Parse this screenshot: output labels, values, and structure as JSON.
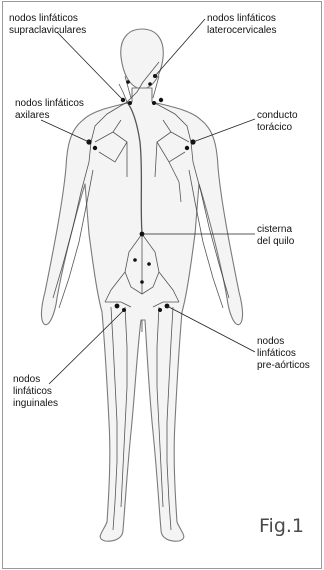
{
  "labels": {
    "supraclaviculares": "nodos linfáticos\nsupraclaviculares",
    "laterocervicales": "nodos linfáticos\nlaterocervicales",
    "axilares": "nodos linfáticos\naxilares",
    "conducto": "conducto\ntorácico",
    "cisterna": "cisterna\ndel quilo",
    "preaorticos": "nodos\nlinfáticos\npre-aórticos",
    "inguinales": "nodos\nlinfáticos\ninguinales"
  },
  "figure_label": "Fig.1"
}
